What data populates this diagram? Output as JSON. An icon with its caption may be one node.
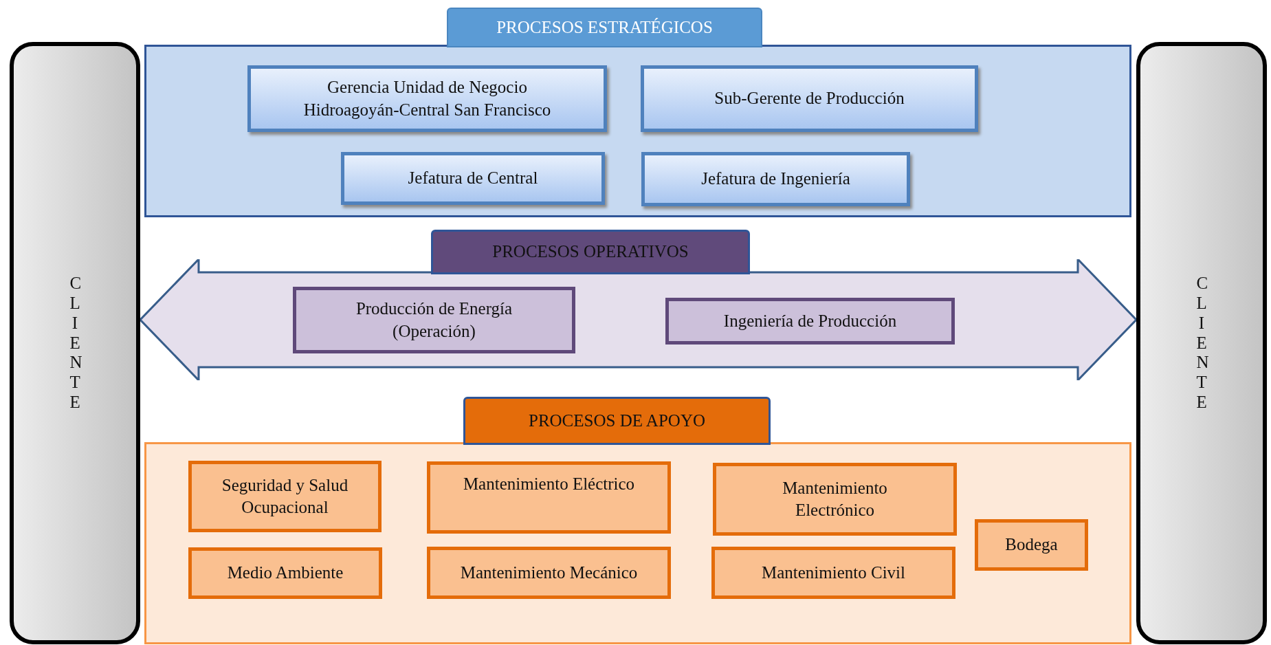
{
  "diagram": {
    "nodes": [
      {
        "text": [
          "CLIENTE"
        ]
      },
      {
        "text": [
          "PROCESOS ESTRATÉGICOS"
        ]
      },
      {
        "text": [
          "Gerencia Unidad de Negocio Hidroagoyán-Central San Francisco"
        ],
        "in": 1
      },
      {
        "text": [
          "Sub-Gerente de Producción"
        ],
        "in": 1
      },
      {
        "text": [
          "Jefatura de Central"
        ],
        "in": 1
      },
      {
        "text": [
          "Jefatura de Ingeniería"
        ],
        "in": 1
      },
      {
        "text": [
          "PROCESOS OPERATIVOS"
        ]
      },
      {
        "text": [
          "Producción de Energía (Operación)"
        ],
        "in": 6
      },
      {
        "text": [
          "Ingeniería de Producción"
        ],
        "in": 6
      },
      {
        "text": [
          "PROCESOS DE APOYO"
        ]
      },
      {
        "text": [
          "Seguridad y Salud Ocupacional"
        ],
        "in": 9
      },
      {
        "text": [
          "Mantenimiento Eléctrico"
        ],
        "in": 9
      },
      {
        "text": [
          "Mantenimiento Electrónico"
        ],
        "in": 9
      },
      {
        "text": [
          "Medio Ambiente"
        ],
        "in": 9
      },
      {
        "text": [
          "Mantenimiento Mecánico"
        ],
        "in": 9
      },
      {
        "text": [
          "Mantenimiento Civil"
        ],
        "in": 9
      },
      {
        "text": [
          "Bodega"
        ],
        "in": 9
      },
      {
        "text": [
          "CLIENTE"
        ]
      }
    ]
  }
}
